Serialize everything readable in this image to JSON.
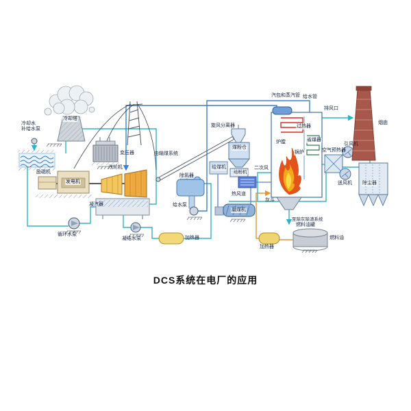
{
  "title": "DCS系统在电厂的应用",
  "labels": {
    "cooling_tower": "冷却塔",
    "makeup_pump": "冷却水\n补给水泵",
    "transformer": "变压器",
    "exciter": "励磁机",
    "generator": "发电机",
    "steam_turbine": "汽轮机",
    "condenser": "凝汽器",
    "circulating_pump": "循环水泵",
    "condensate_pump": "凝结水泵",
    "lp_heater": "加热器",
    "deaerator": "除氧器",
    "feedwater_pump": "给水泵",
    "coal_from_system": "由输煤系统",
    "cyclone_separator": "旋风分离器",
    "coal_bunker": "煤粉仓",
    "powder_feeder": "给粉机",
    "coal_feeder": "给煤机",
    "coal_mill": "磨煤机",
    "hot_air_duct": "热风道",
    "secondary_air": "二次风",
    "drum_steam_pipes": "汽包和蒸汽管",
    "feedwater_pipe": "给水管",
    "superheater": "过热器",
    "furnace": "炉膛",
    "boiler": "锅炉",
    "economizer": "省煤器",
    "ash_hopper": "灰斗",
    "to_ash_removal": "至除灰除渣系统",
    "exhaust_outlet": "排风口",
    "chimney": "烟囱",
    "induced_draft_fan": "引风机",
    "air_preheater": "空气预热器",
    "forced_draft_fan": "送风机",
    "dust_collector": "除尘器",
    "fuel_oil_tank": "燃料油罐",
    "fuel_oil": "燃料油",
    "fuel_oil_heater": "加热器"
  },
  "colors": {
    "water_pipe": "#2fb3c7",
    "steam_feed_pipe": "#3b7fd4",
    "fuel_pipe": "#e8952a",
    "flame": "#e4541a",
    "chimney_body": "#a8584a",
    "background": "#ffffff"
  }
}
